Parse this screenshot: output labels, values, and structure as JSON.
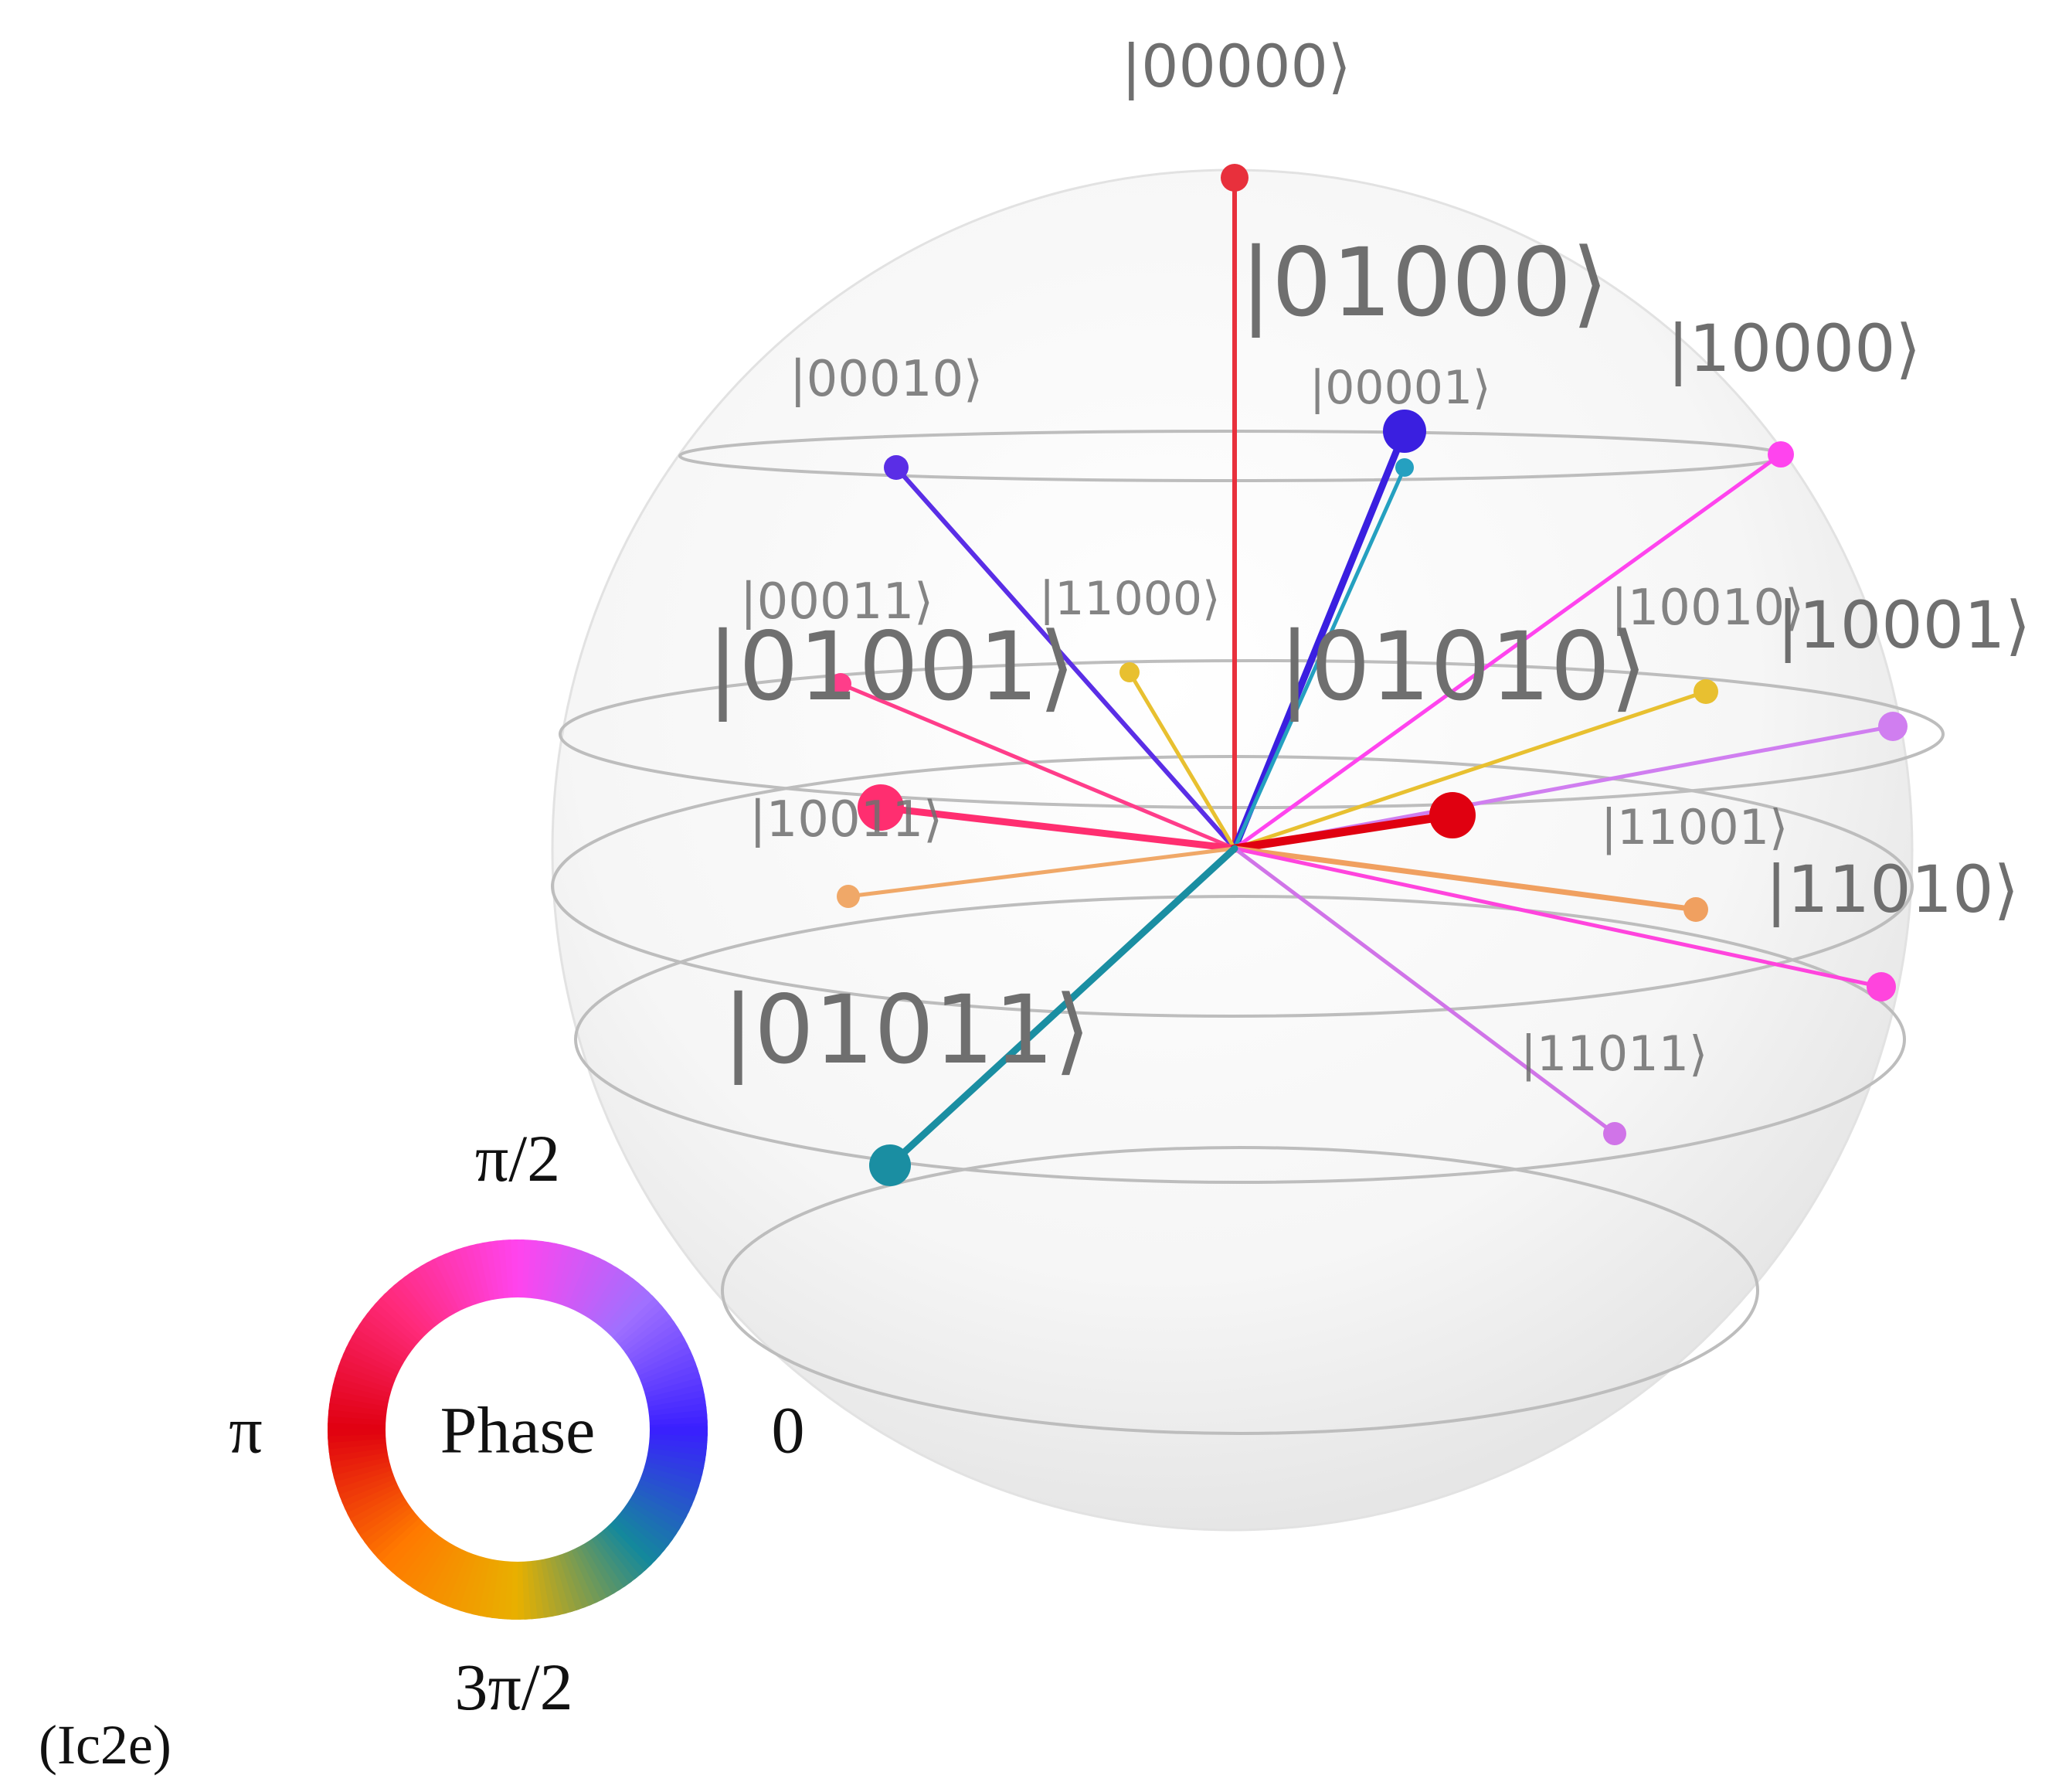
{
  "panel_label": "(Ic2e)",
  "phase_wheel": {
    "center_label": "Phase",
    "label_top": "π/2",
    "label_left": "π",
    "label_right": "0",
    "label_bottom": "3π/2",
    "colors": {
      "0": "#3a1fff",
      "pi_half": "#ff44ee",
      "pi": "#e00010",
      "three_pi_half": "#e8b000",
      "teal": "#14889c"
    }
  },
  "states": [
    {
      "ket": "|00000⟩",
      "color": "#e8303c"
    },
    {
      "ket": "|01000⟩",
      "color": "#3a1fe0"
    },
    {
      "ket": "|10000⟩",
      "color": "#ff44ee"
    },
    {
      "ket": "|00010⟩",
      "color": "#5a2ee6"
    },
    {
      "ket": "|00001⟩",
      "color": "#25a0c0"
    },
    {
      "ket": "|00011⟩",
      "color": "#ff3d8a"
    },
    {
      "ket": "|11000⟩",
      "color": "#e8c030"
    },
    {
      "ket": "|01001⟩",
      "color": "#ff2e70"
    },
    {
      "ket": "|01010⟩",
      "color": "#e00010"
    },
    {
      "ket": "|10010⟩",
      "color": "#e8c030"
    },
    {
      "ket": "|10001⟩",
      "color": "#d07ef0"
    },
    {
      "ket": "|10011⟩",
      "color": "#f0a868"
    },
    {
      "ket": "|11001⟩",
      "color": "#f0a060"
    },
    {
      "ket": "|11010⟩",
      "color": "#ff44dd"
    },
    {
      "ket": "|01011⟩",
      "color": "#1a8ea2"
    },
    {
      "ket": "|11011⟩",
      "color": "#d074e8"
    }
  ]
}
